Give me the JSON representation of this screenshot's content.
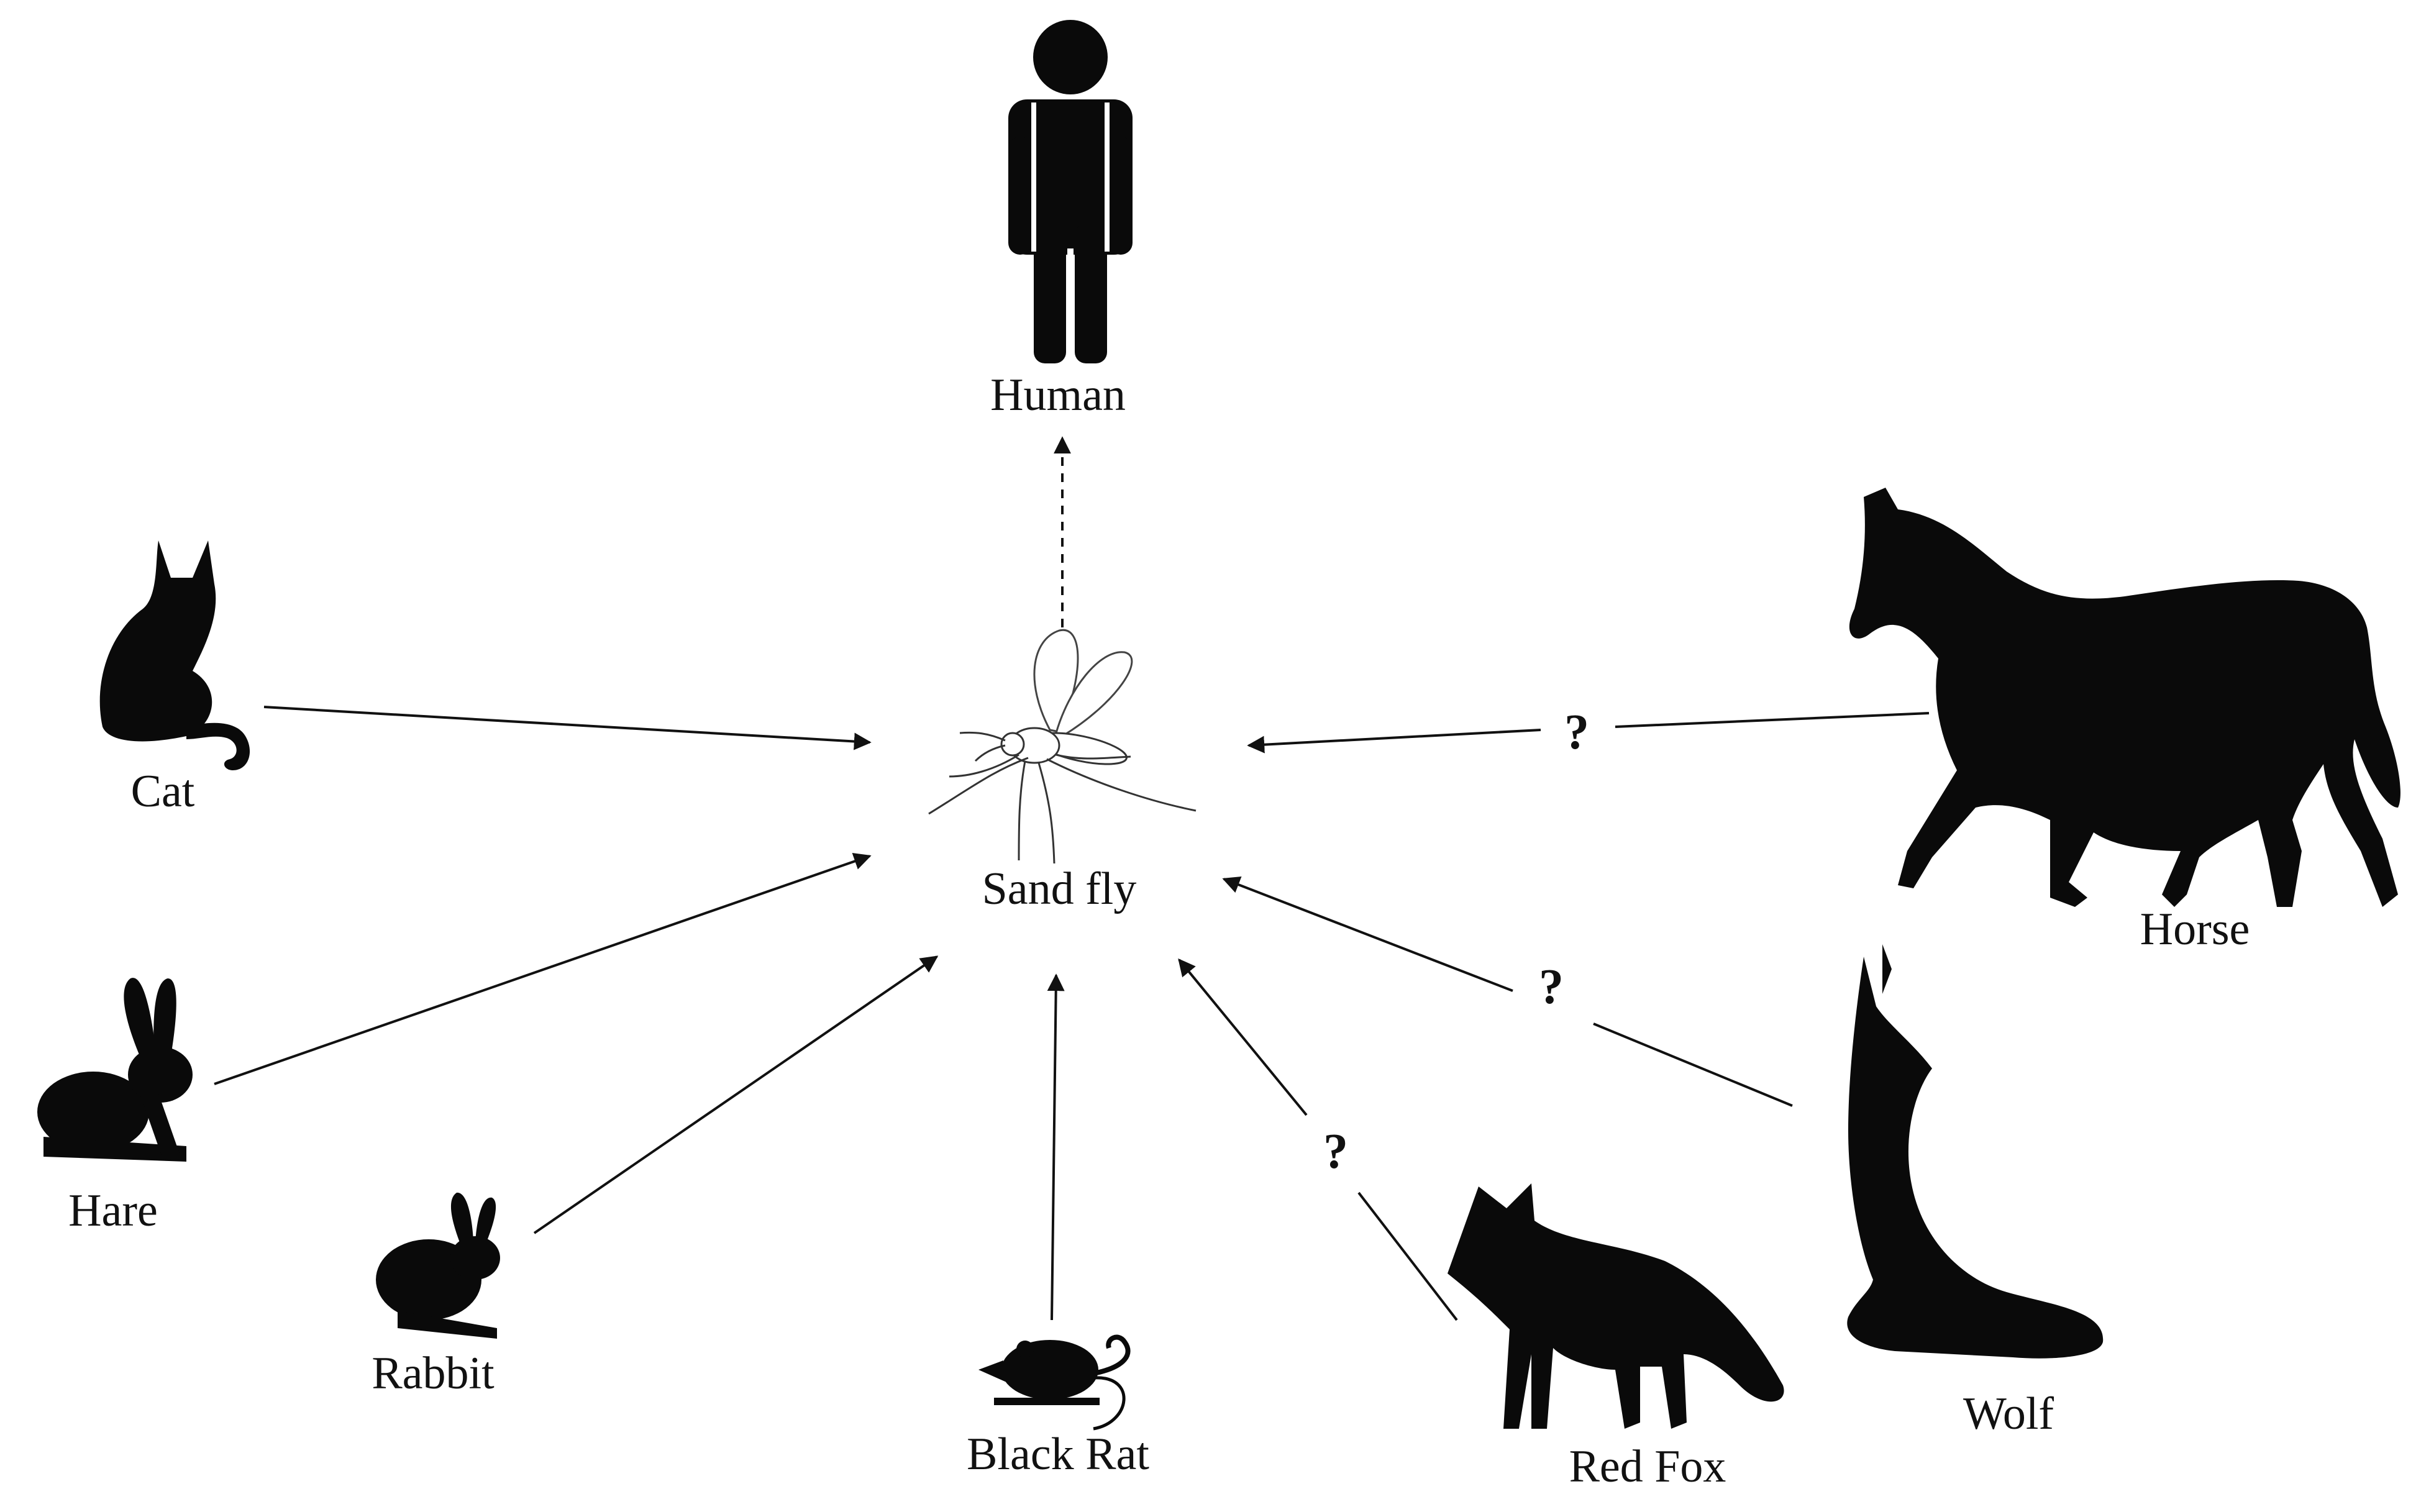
{
  "diagram": {
    "center": {
      "id": "sandfly",
      "label": "Sand fly"
    },
    "nodes": [
      {
        "id": "human",
        "label": "Human",
        "icon": "human-icon"
      },
      {
        "id": "cat",
        "label": "Cat",
        "icon": "cat-icon"
      },
      {
        "id": "hare",
        "label": "Hare",
        "icon": "hare-icon"
      },
      {
        "id": "rabbit",
        "label": "Rabbit",
        "icon": "rabbit-icon"
      },
      {
        "id": "blackrat",
        "label": "Black Rat",
        "icon": "rat-icon"
      },
      {
        "id": "redfox",
        "label": "Red Fox",
        "icon": "fox-icon"
      },
      {
        "id": "wolf",
        "label": "Wolf",
        "icon": "wolf-icon"
      },
      {
        "id": "horse",
        "label": "Horse",
        "icon": "horse-icon"
      }
    ],
    "edges": [
      {
        "from": "sandfly",
        "to": "human",
        "style": "dashed",
        "label": ""
      },
      {
        "from": "cat",
        "to": "sandfly",
        "style": "solid",
        "label": ""
      },
      {
        "from": "hare",
        "to": "sandfly",
        "style": "solid",
        "label": ""
      },
      {
        "from": "rabbit",
        "to": "sandfly",
        "style": "solid",
        "label": ""
      },
      {
        "from": "blackrat",
        "to": "sandfly",
        "style": "solid",
        "label": ""
      },
      {
        "from": "redfox",
        "to": "sandfly",
        "style": "solid",
        "label": "?"
      },
      {
        "from": "wolf",
        "to": "sandfly",
        "style": "solid",
        "label": "?"
      },
      {
        "from": "horse",
        "to": "sandfly",
        "style": "solid",
        "label": "?"
      }
    ]
  }
}
